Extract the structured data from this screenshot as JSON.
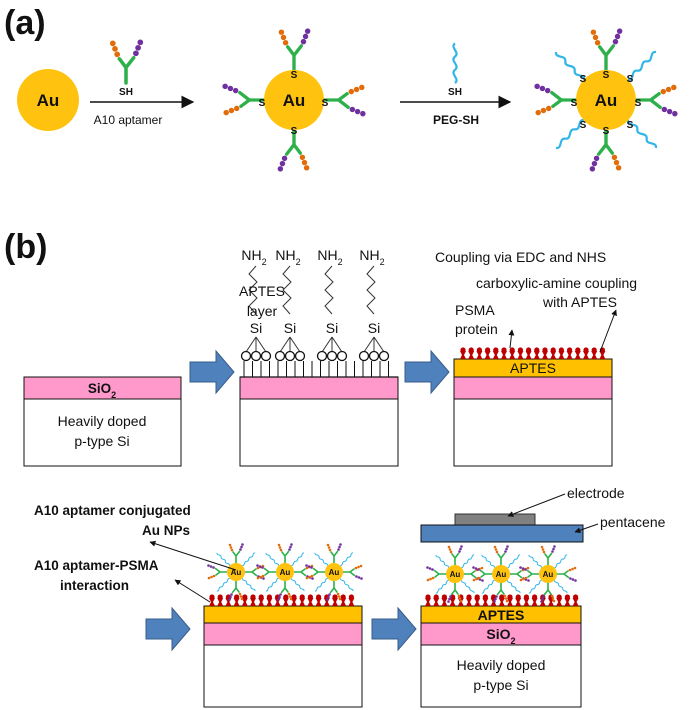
{
  "panel_a": {
    "label": "(a)",
    "au": "Au",
    "sh": "SH",
    "s": "S",
    "step1": "A10 aptamer",
    "step2": "PEG-SH"
  },
  "panel_b": {
    "label": "(b)",
    "sio2": "SiO",
    "sio2_sub": "2",
    "si_line1": "Heavily doped",
    "si_line2": "p-type Si",
    "nh2": "NH",
    "nh2_sub": "2",
    "si": "Si",
    "aptes_layer_1": "APTES",
    "aptes_layer_2": "layer",
    "coupling": "Coupling via EDC and NHS",
    "carboxylic_1": "carboxylic-amine coupling",
    "carboxylic_2": "with APTES",
    "psma_1": "PSMA",
    "psma_2": "protein",
    "aptes": "APTES",
    "conj_1": "A10 aptamer conjugated",
    "conj_2": "Au NPs",
    "inter_1": "A10 aptamer-PSMA",
    "inter_2": "interaction",
    "electrode": "electrode",
    "pentacene": "pentacene"
  },
  "colors": {
    "gold": "#FFC30F",
    "pink": "#FF99CC",
    "layer_gold": "#FFC000",
    "arrow": "#4F81BD",
    "pentacene": "#4F81BD",
    "electrode": "#808080",
    "protein": "#C00000",
    "aptamer": "#2DB04A",
    "aptamer_bead_a": "#E36C0A",
    "aptamer_bead_b": "#7030A0",
    "peg": "#31B6E7"
  }
}
